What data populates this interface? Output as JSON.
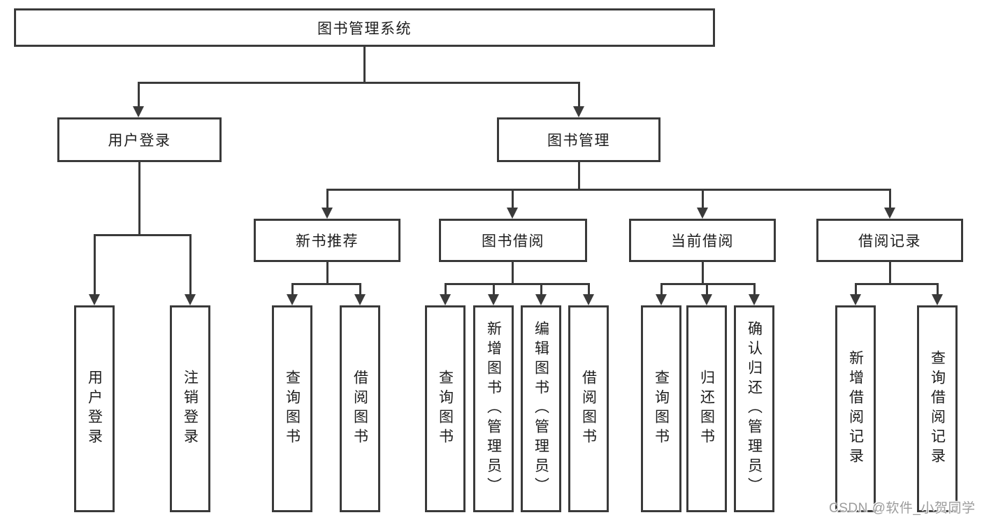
{
  "root": {
    "label": "图书管理系统"
  },
  "branches": [
    {
      "label": "用户登录",
      "children": [
        {
          "label": "用户登录"
        },
        {
          "label": "注销登录"
        }
      ]
    },
    {
      "label": "图书管理",
      "groups": [
        {
          "label": "新书推荐",
          "children": [
            {
              "label": "查询图书"
            },
            {
              "label": "借阅图书"
            }
          ]
        },
        {
          "label": "图书借阅",
          "children": [
            {
              "label": "查询图书"
            },
            {
              "label": "新增图书（管理员）"
            },
            {
              "label": "编辑图书（管理员）"
            },
            {
              "label": "借阅图书"
            }
          ]
        },
        {
          "label": "当前借阅",
          "children": [
            {
              "label": "查询图书"
            },
            {
              "label": "归还图书"
            },
            {
              "label": "确认归还（管理员）"
            }
          ]
        },
        {
          "label": "借阅记录",
          "children": [
            {
              "label": "新增借阅记录"
            },
            {
              "label": "查询借阅记录"
            }
          ]
        }
      ]
    }
  ],
  "watermark": {
    "text": "CSDN @软件_小贺同学"
  },
  "colors": {
    "line": "#3a3a3a",
    "text": "#1d1d1d",
    "background": "#ffffff",
    "watermark": "#9c9c9c"
  }
}
